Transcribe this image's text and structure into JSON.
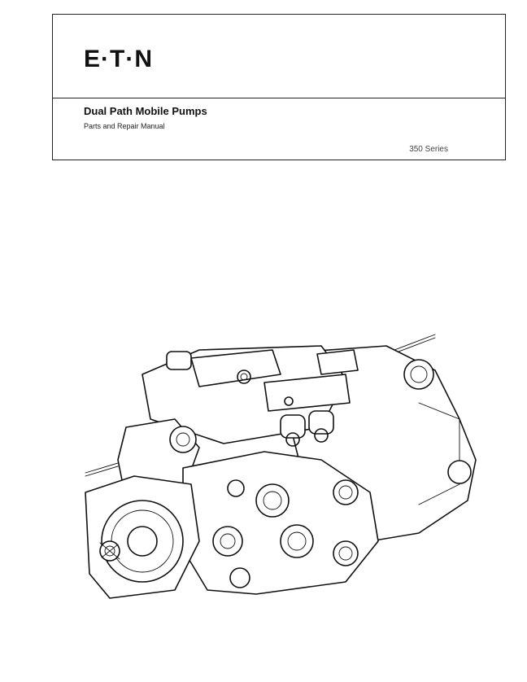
{
  "header": {
    "brand": "E·T·N",
    "title": "Dual Path Mobile Pumps",
    "subtitle": "Parts and Repair Manual",
    "series": "350 Series"
  },
  "illustration": {
    "icon": "hydraulic-pump-illustration"
  }
}
